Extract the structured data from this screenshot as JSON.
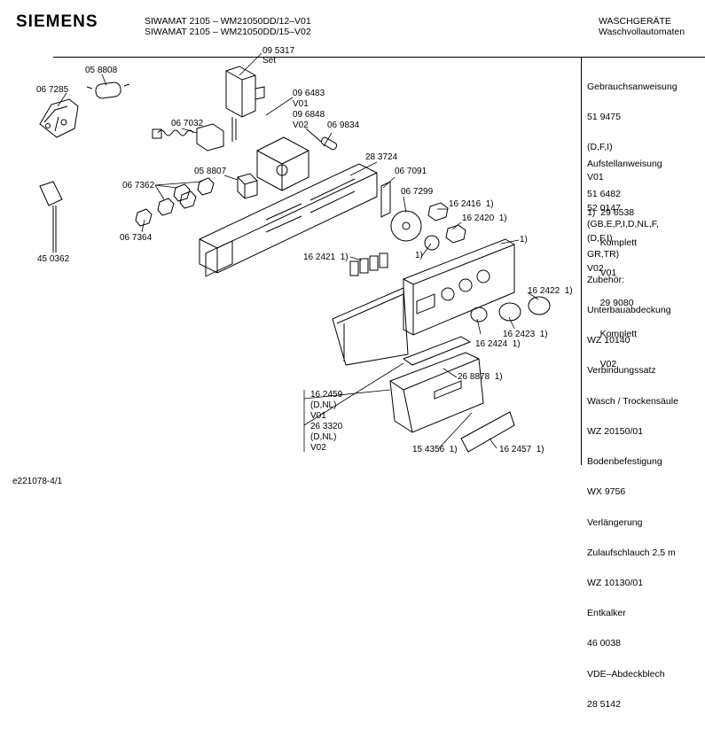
{
  "header": {
    "brand": "SIEMENS",
    "model_line_1": "SIWAMAT 2105 – WM21050DD/12–V01",
    "model_line_2": "SIWAMAT 2105 – WM21050DD/15–V02",
    "category_line_1": "WASCHGERÄTE",
    "category_line_2": "Waschvollautomaten"
  },
  "sidebar": {
    "manual": [
      "Gebrauchsanweisung",
      "51 9475",
      "(D,F,I)",
      "V01",
      "52 0147",
      "(D,F,I)",
      "V02"
    ],
    "install": [
      "Aufstellanweisung",
      "51 6482",
      "(GB,E,P,I,D,NL,F,",
      "GR,TR)"
    ],
    "complete": [
      "1)  29 6538",
      "     Komplett",
      "     V01",
      "     29 9080",
      "     Komplett",
      "     V02"
    ],
    "accessories": [
      "Zubehör:",
      "Unterbauabdeckung",
      "WZ 10140",
      "Verbindungssatz",
      "Wasch / Trockensäule",
      "WZ 20150/01",
      "Bodenbefestigung",
      "WX 9756",
      "Verlängerung",
      "Zulaufschlauch 2,5 m",
      "WZ 10130/01",
      "Entkalker",
      "46 0038",
      "VDE–Abdeckblech",
      "28 5142"
    ]
  },
  "parts": {
    "p058808": "05 8808",
    "p067285": "06 7285",
    "p095317": "09 5317",
    "set": "Set",
    "p096483": "09 6483",
    "v01a": "V01",
    "p096848": "09 6848",
    "v02a": "V02",
    "p069834": "06 9834",
    "p067032": "06 7032",
    "p058807": "05 8807",
    "p283724": "28 3724",
    "p067091": "06 7091",
    "p067362": "06 7362",
    "p067299": "06 7299",
    "p162416": "16 2416  1)",
    "p162420": "16 2420  1)",
    "p067364": "06 7364",
    "one_a": "1)",
    "one_b": "1)",
    "p450362": "45 0362",
    "p162421": "16 2421  1)",
    "p162422": "16 2422  1)",
    "p162424": "16 2424  1)",
    "p162423": "16 2423  1)",
    "p268878": "26 8878  1)",
    "p162459": "16 2459",
    "dnl_a": "(D,NL)",
    "v01b": "V01",
    "p263320": "26 3320",
    "dnl_b": "(D,NL)",
    "v02b": "V02",
    "p154356": "15 4356  1)",
    "p162457": "16 2457  1)"
  },
  "footer": {
    "code": "e221078-4/1"
  }
}
